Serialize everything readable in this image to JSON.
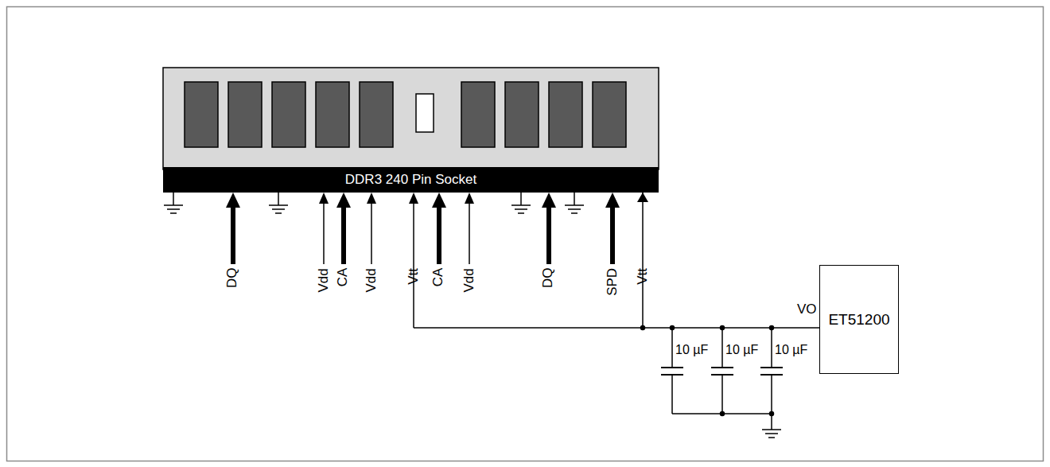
{
  "diagram": {
    "nodes": [
      {
        "text": [
          "DDR3 240 Pin Socket"
        ]
      },
      {
        "text": [
          "ET51200"
        ]
      }
    ],
    "edges": [
      {
        "from": 1,
        "to": 0,
        "arrow": "to"
      }
    ],
    "labels": [
      "DQ",
      "Vdd",
      "CA",
      "Vdd",
      "Vtt",
      "CA",
      "Vdd",
      "DQ",
      "SPD",
      "Vtt",
      "VO",
      "10 µF",
      "10 µF",
      "10 µF"
    ]
  }
}
